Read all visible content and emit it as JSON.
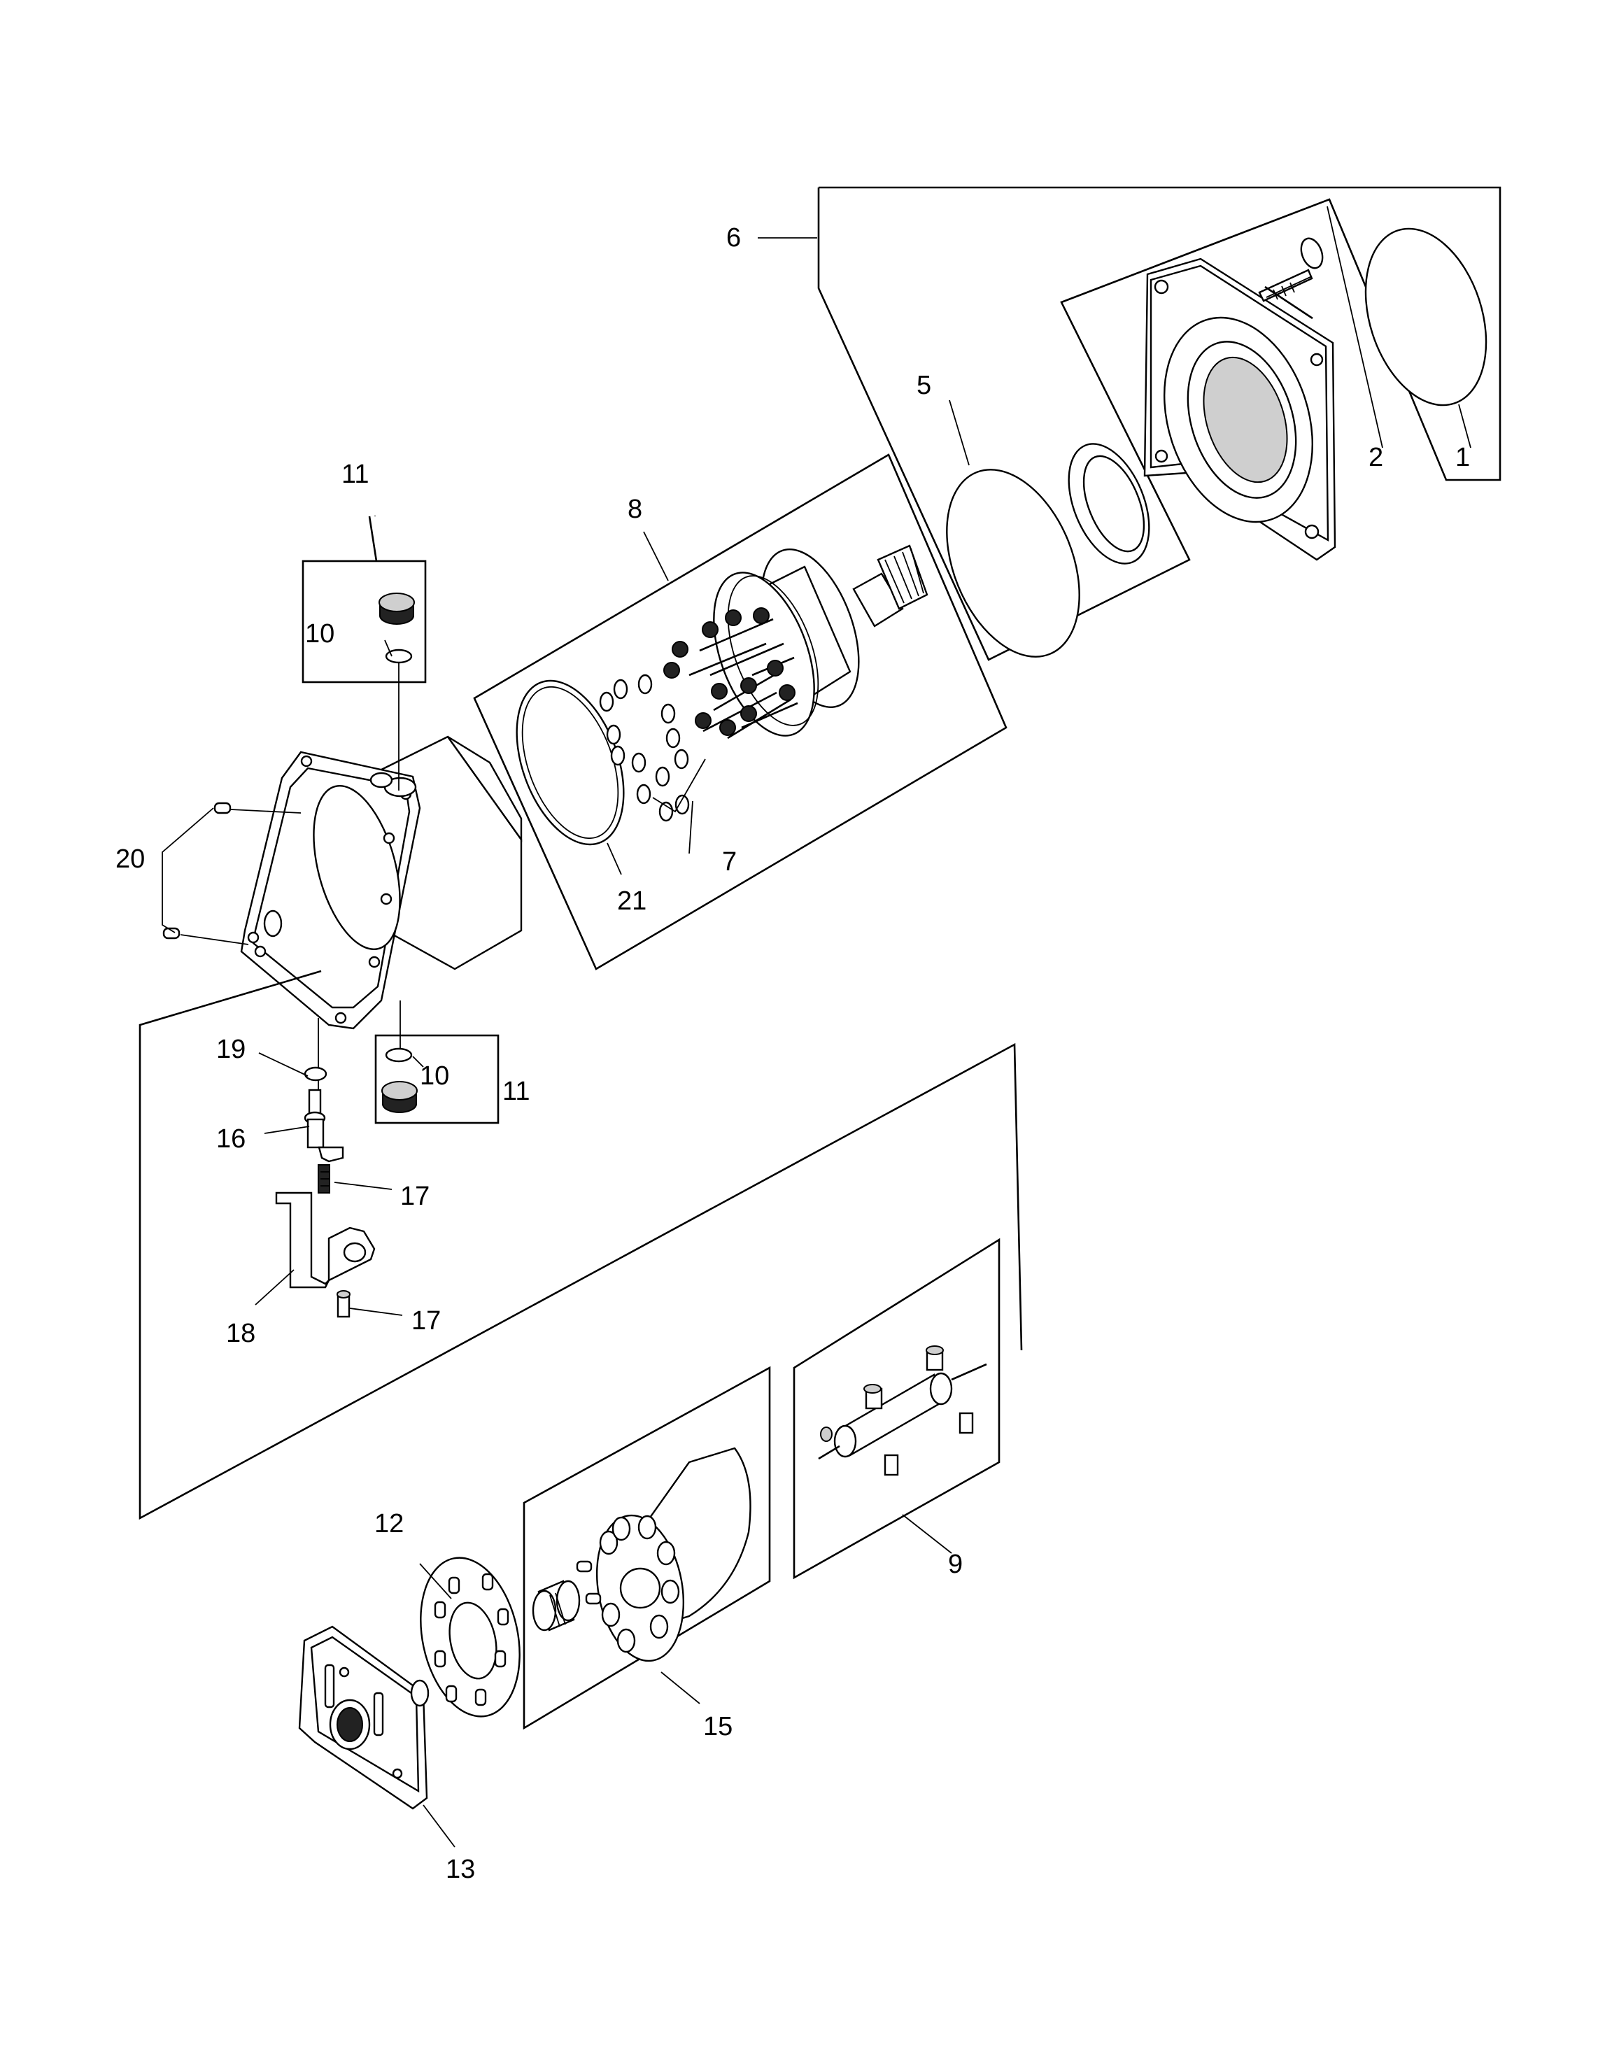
{
  "diagram": {
    "callouts": [
      {
        "id": "c1",
        "label": "1"
      },
      {
        "id": "c2",
        "label": "2"
      },
      {
        "id": "c5",
        "label": "5"
      },
      {
        "id": "c6",
        "label": "6"
      },
      {
        "id": "c7",
        "label": "7"
      },
      {
        "id": "c8",
        "label": "8"
      },
      {
        "id": "c9",
        "label": "9"
      },
      {
        "id": "c10a",
        "label": "10"
      },
      {
        "id": "c10b",
        "label": "10"
      },
      {
        "id": "c11a",
        "label": "11"
      },
      {
        "id": "c11b",
        "label": "11"
      },
      {
        "id": "c12",
        "label": "12"
      },
      {
        "id": "c13",
        "label": "13"
      },
      {
        "id": "c15",
        "label": "15"
      },
      {
        "id": "c16",
        "label": "16"
      },
      {
        "id": "c17a",
        "label": "17"
      },
      {
        "id": "c17b",
        "label": "17"
      },
      {
        "id": "c18",
        "label": "18"
      },
      {
        "id": "c19",
        "label": "19"
      },
      {
        "id": "c20",
        "label": "20"
      },
      {
        "id": "c21",
        "label": "21"
      }
    ]
  }
}
